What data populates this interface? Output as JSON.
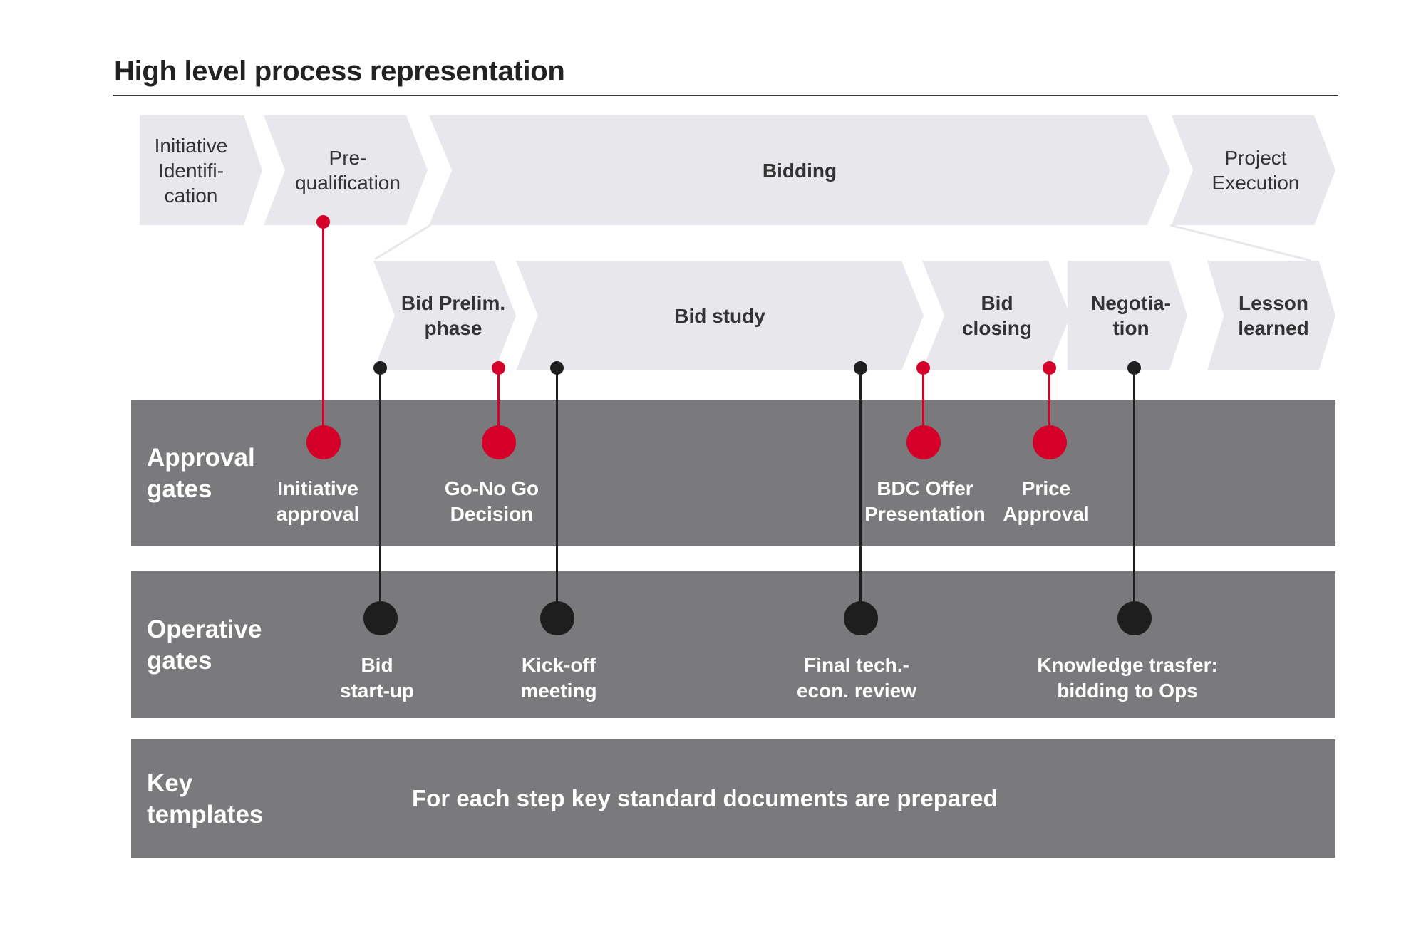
{
  "title": "High level process representation",
  "phases": [
    {
      "label": "Initiative\nIdentifi-\ncation"
    },
    {
      "label": "Pre-\nqualification"
    },
    {
      "label": "Bidding"
    },
    {
      "label": "Project\nExecution"
    }
  ],
  "sub_phases": [
    {
      "label": "Bid Prelim.\nphase"
    },
    {
      "label": "Bid study"
    },
    {
      "label": "Bid\nclosing"
    },
    {
      "label": "Negotia-\ntion"
    },
    {
      "label": "Lesson\nlearned"
    }
  ],
  "bands": {
    "approval": "Approval\ngates",
    "operative": "Operative\ngates",
    "templates": "Key\ntemplates"
  },
  "approval_gates": [
    {
      "label": "Initiative\napproval"
    },
    {
      "label": "Go-No Go\nDecision"
    },
    {
      "label": "BDC Offer\nPresentation"
    },
    {
      "label": "Price\nApproval"
    }
  ],
  "operative_gates": [
    {
      "label": "Bid\nstart-up"
    },
    {
      "label": "Kick-off\nmeeting"
    },
    {
      "label": "Final tech.-\necon. review"
    },
    {
      "label": "Knowledge trasfer:\nbidding to Ops"
    }
  ],
  "templates_text": "For each step key standard documents are prepared",
  "colors": {
    "accent_red": "#d4002a",
    "dot_black": "#1e1e1e",
    "band_gray": "#7a7a7c",
    "chevron_gray": "#e8e8ec"
  }
}
